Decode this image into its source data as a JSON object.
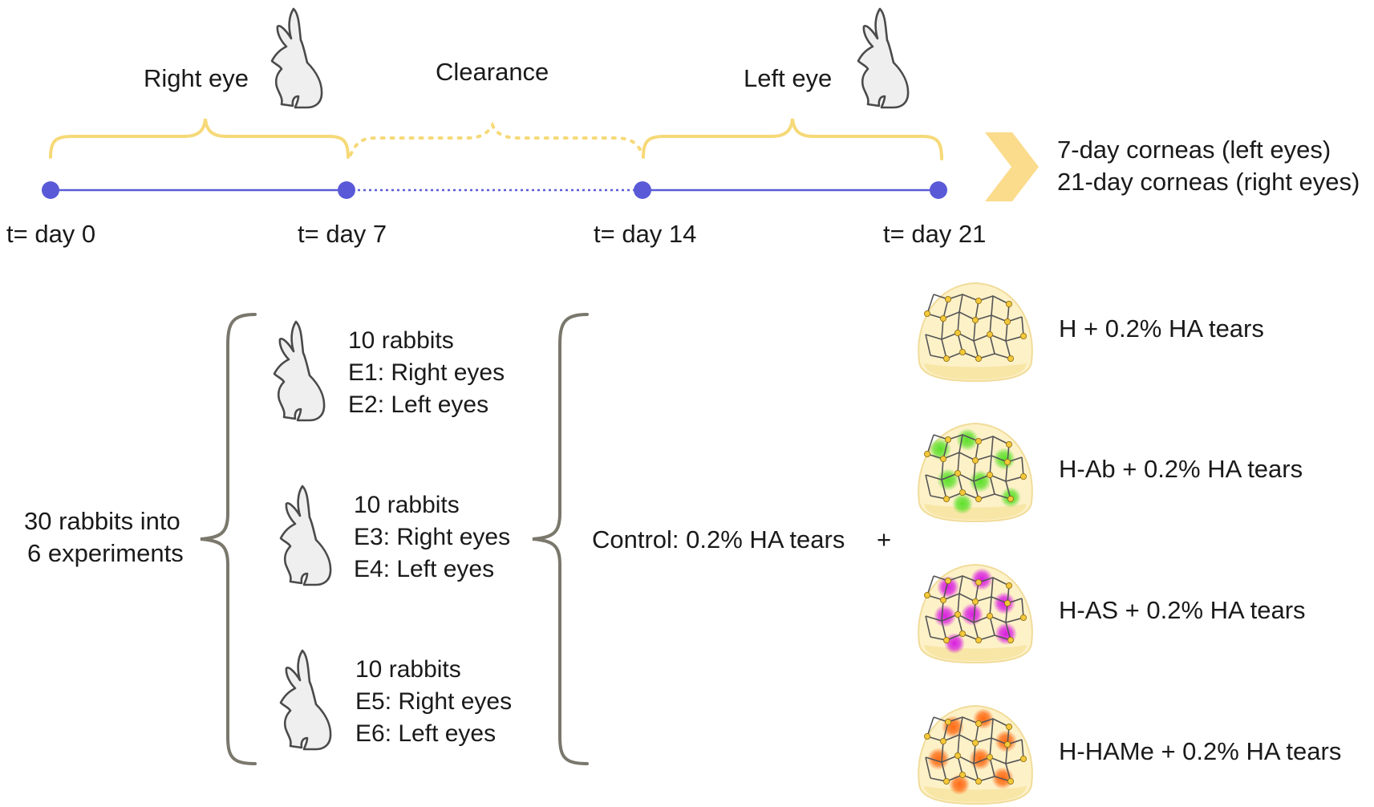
{
  "colors": {
    "timeline_line": "#5a5ad8",
    "timeline_dot": "#5a5ad8",
    "phase_brace": "#f6d978",
    "result_arrow": "#fbdc8c",
    "group_brace": "#7a776c",
    "rabbit_fill": "#efefef",
    "rabbit_stroke": "#4a4a4a",
    "hydrogel_fill": "#fdf1c8",
    "hydrogel_node": "#f3c83a",
    "network_line": "#555555",
    "antibody_particles": "#5ce02a",
    "antiseptic_particles": "#d91ee0",
    "hame_particles": "#ff6a12"
  },
  "timeline": {
    "phases": [
      {
        "label": "Right eye",
        "style": "solid",
        "icon": "rabbit-icon"
      },
      {
        "label": "Clearance",
        "style": "dotted"
      },
      {
        "label": "Left eye",
        "style": "solid",
        "icon": "rabbit-icon"
      }
    ],
    "time_points": [
      "t= day 0",
      "t= day 7",
      "t= day 14",
      "t= day 21"
    ],
    "outcome_icon": "chevron-right-icon",
    "outcomes": [
      "7-day corneas (left eyes)",
      "21-day corneas (right eyes)"
    ]
  },
  "design": {
    "total_label": [
      "30 rabbits into",
      "6 experiments"
    ],
    "groups": [
      {
        "lines": [
          "10 rabbits",
          "E1: Right eyes",
          "E2: Left eyes"
        ],
        "icon": "rabbit-icon"
      },
      {
        "lines": [
          "10 rabbits",
          "E3: Right eyes",
          "E4: Left eyes"
        ],
        "icon": "rabbit-icon"
      },
      {
        "lines": [
          "10 rabbits",
          "E5: Right eyes",
          "E6: Left eyes"
        ],
        "icon": "rabbit-icon"
      }
    ],
    "control_label": "Control: 0.2% HA tears",
    "plus_sign": "+",
    "treatments": [
      {
        "label": "H + 0.2% HA tears",
        "particles": "none",
        "icon": "hydrogel-icon"
      },
      {
        "label": "H-Ab + 0.2% HA tears",
        "particles": "antibody_particles",
        "icon": "hydrogel-icon"
      },
      {
        "label": "H-AS + 0.2% HA tears",
        "particles": "antiseptic_particles",
        "icon": "hydrogel-icon"
      },
      {
        "label": "H-HAMe + 0.2% HA tears",
        "particles": "hame_particles",
        "icon": "hydrogel-icon"
      }
    ]
  }
}
